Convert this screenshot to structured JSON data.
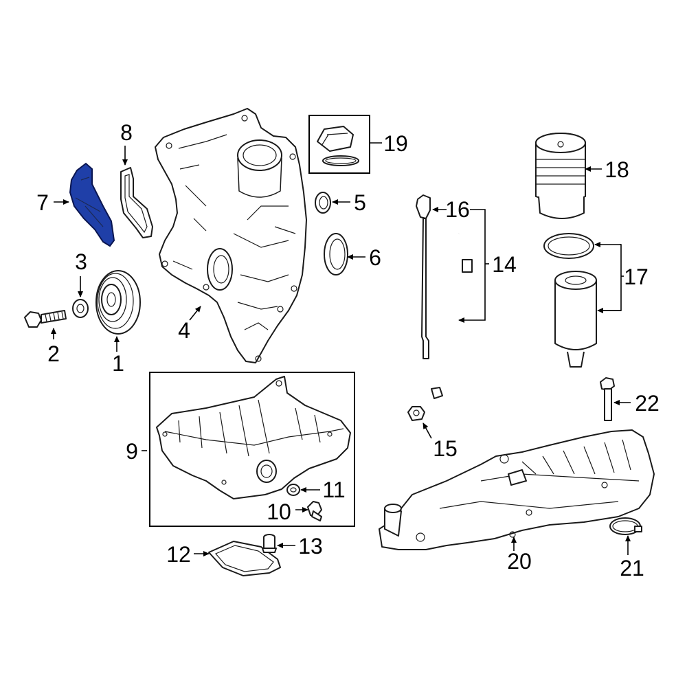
{
  "highlight_color": "#1f3fa8",
  "callouts": {
    "c1": "1",
    "c2": "2",
    "c3": "3",
    "c4": "4",
    "c5": "5",
    "c6": "6",
    "c7": "7",
    "c8": "8",
    "c9": "9",
    "c10": "10",
    "c11": "11",
    "c12": "12",
    "c13": "13",
    "c14": "14",
    "c15": "15",
    "c16": "16",
    "c17": "17",
    "c18": "18",
    "c19": "19",
    "c20": "20",
    "c21": "21",
    "c22": "22"
  }
}
